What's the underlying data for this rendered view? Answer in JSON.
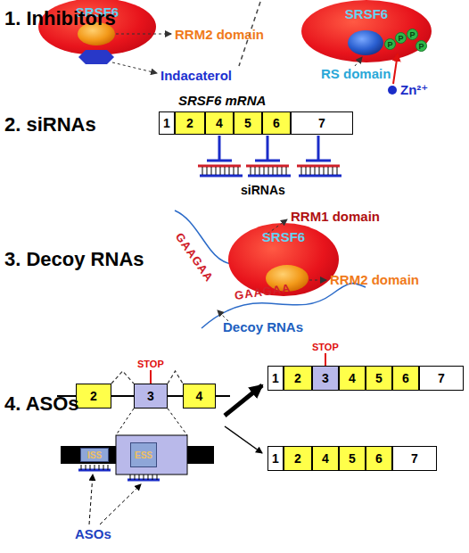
{
  "diagram": {
    "nodes": [
      {
        "text": [
          "SRSF6"
        ]
      },
      {
        "text": [
          "SRSF6"
        ]
      },
      {
        "text": [
          "P"
        ]
      },
      {
        "text": [
          "P"
        ]
      },
      {
        "text": [
          "P"
        ]
      },
      {
        "text": [
          "P"
        ]
      },
      {
        "text": [
          "1"
        ]
      },
      {
        "text": [
          "2"
        ]
      },
      {
        "text": [
          "4"
        ]
      },
      {
        "text": [
          "5"
        ]
      },
      {
        "text": [
          "6"
        ]
      },
      {
        "text": [
          "7"
        ]
      },
      {
        "text": [
          "SRSF6"
        ]
      },
      {
        "text": [
          "2"
        ]
      },
      {
        "text": [
          "3"
        ]
      },
      {
        "text": [
          "4"
        ]
      },
      {
        "text": [
          "1"
        ]
      },
      {
        "text": [
          "2"
        ]
      },
      {
        "text": [
          "3"
        ]
      },
      {
        "text": [
          "4"
        ]
      },
      {
        "text": [
          "5"
        ]
      },
      {
        "text": [
          "6"
        ]
      },
      {
        "text": [
          "7"
        ]
      },
      {
        "text": [
          "ISS"
        ]
      },
      {
        "text": [
          "ESS"
        ]
      },
      {
        "text": [
          "1"
        ]
      },
      {
        "text": [
          "2"
        ]
      },
      {
        "text": [
          "4"
        ]
      },
      {
        "text": [
          "5"
        ]
      },
      {
        "text": [
          "6"
        ]
      },
      {
        "text": [
          "7"
        ]
      }
    ],
    "edges": [
      {
        "from": 13,
        "to": 14,
        "arrow": "none"
      },
      {
        "from": 14,
        "to": 15,
        "arrow": "none"
      }
    ],
    "labels": [
      "1. Inhibitors",
      "RRM2 domain",
      "Indacaterol",
      "RS domain",
      "Zn²⁺",
      "2. siRNAs",
      "SRSF6 mRNA",
      "siRNAs",
      "3. Decoy RNAs",
      "RRM1 domain",
      "RRM2 domain",
      "GAAGAA",
      "GAAGAA",
      "Decoy RNAs",
      "4. ASOs",
      "STOP",
      "ASOs",
      "STOP"
    ]
  }
}
